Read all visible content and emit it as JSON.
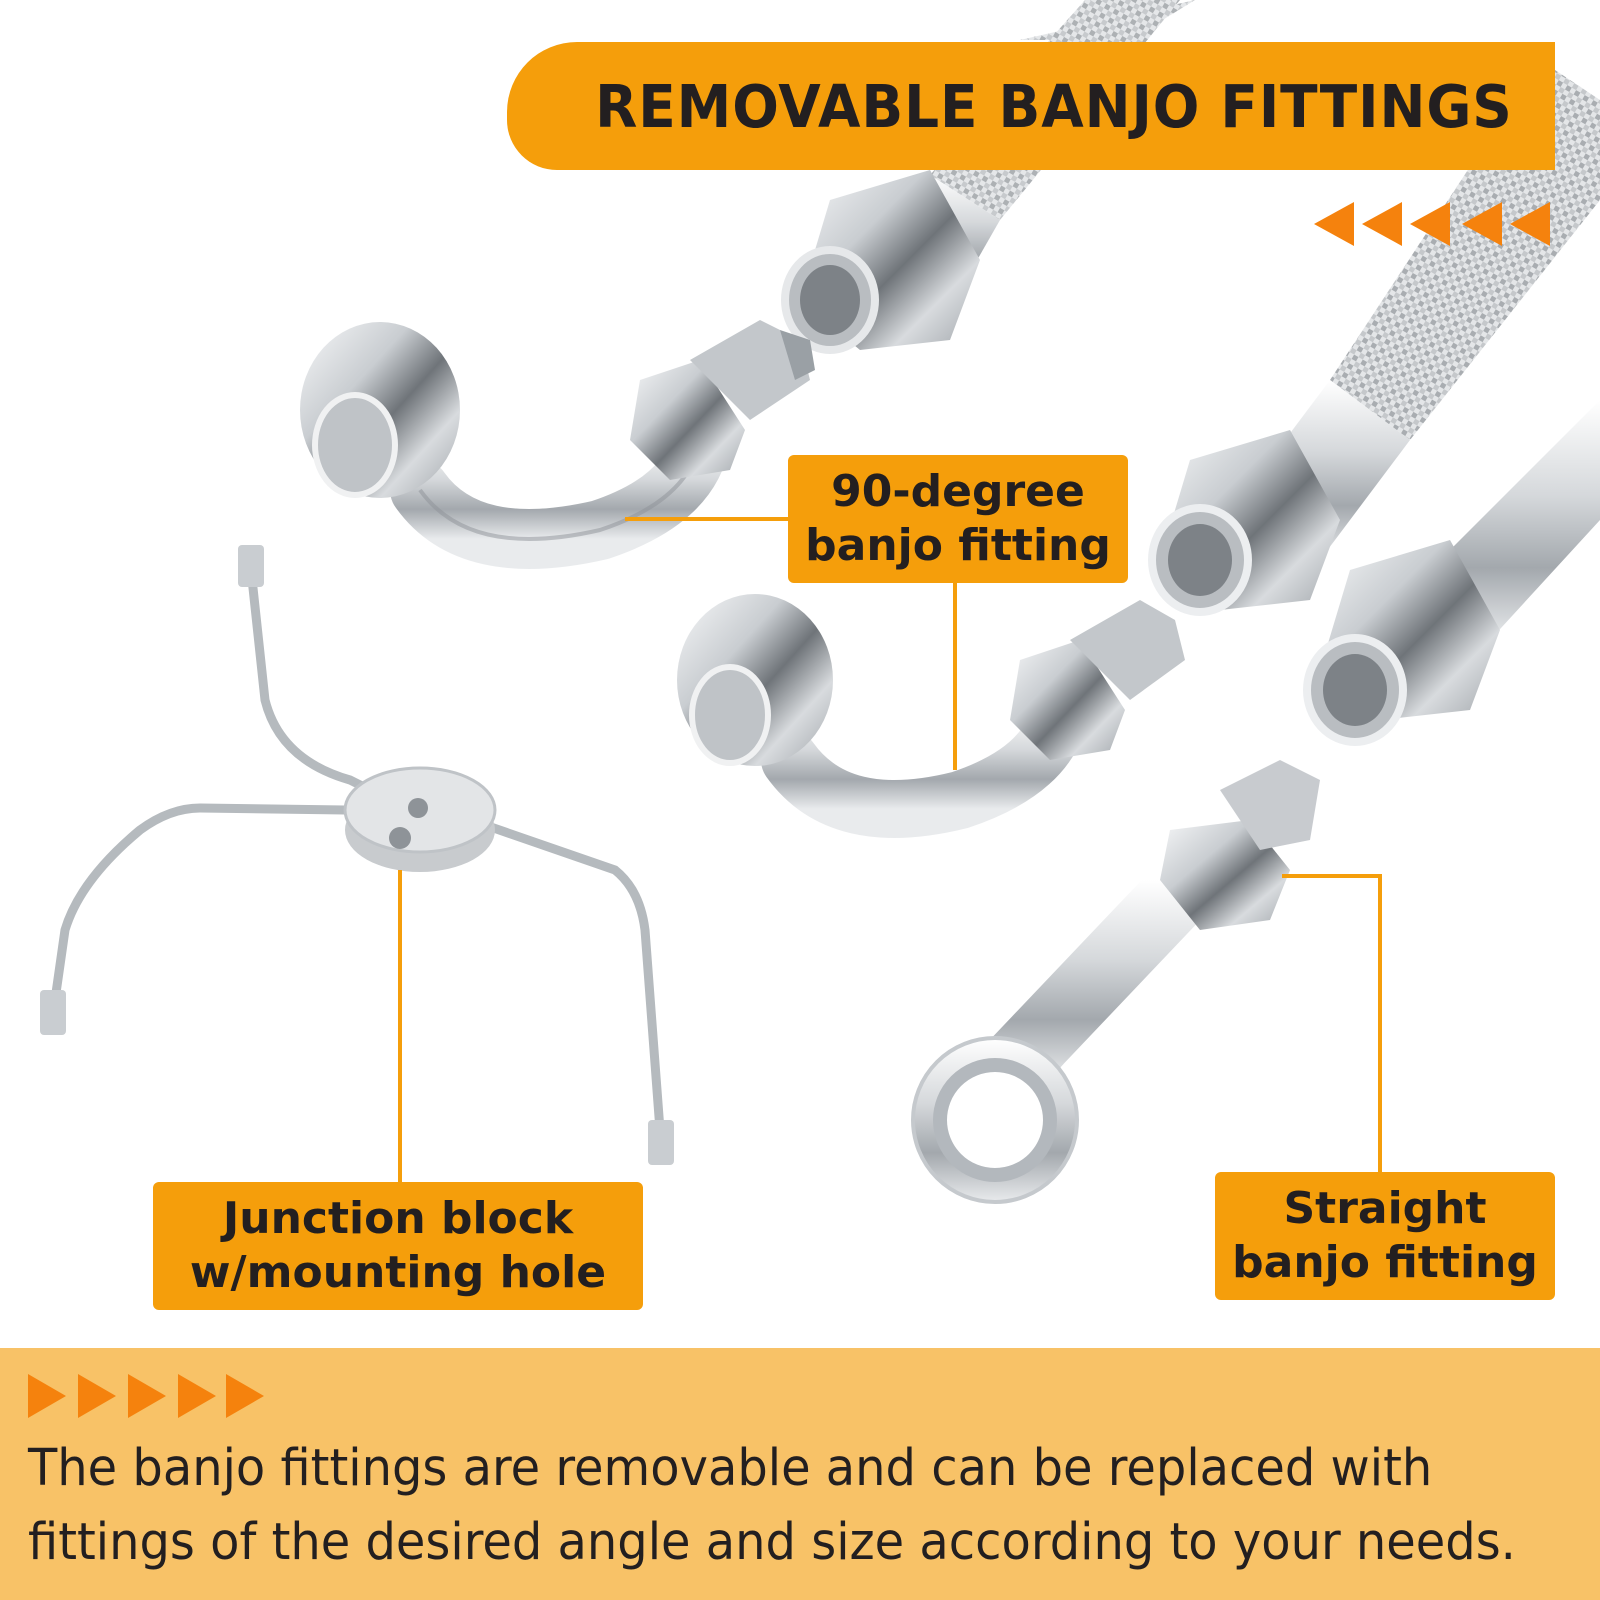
{
  "header": {
    "title": "REMOVABLE BANJO FITTINGS",
    "arrow_icon_count": 5,
    "arrow_direction": "left"
  },
  "callouts": [
    {
      "id": "ninety-degree",
      "line1": "90-degree",
      "line2": "banjo fitting"
    },
    {
      "id": "junction-block",
      "line1": "Junction block",
      "line2": "w/mounting hole"
    },
    {
      "id": "straight",
      "line1": "Straight",
      "line2": "banjo fitting"
    }
  ],
  "footer": {
    "arrow_icon_count": 5,
    "arrow_direction": "right",
    "description_line1": "The banjo fittings are removable and can be replaced with",
    "description_line2": "fittings of the desired angle and size according to your needs."
  },
  "colors": {
    "accent_orange": "#f59e0b",
    "arrow_orange": "#f5820d",
    "footer_background": "#f8c267",
    "text_dark": "#231f20",
    "metal_light": "#e6e8ea",
    "metal_dark": "#8a8f94"
  }
}
